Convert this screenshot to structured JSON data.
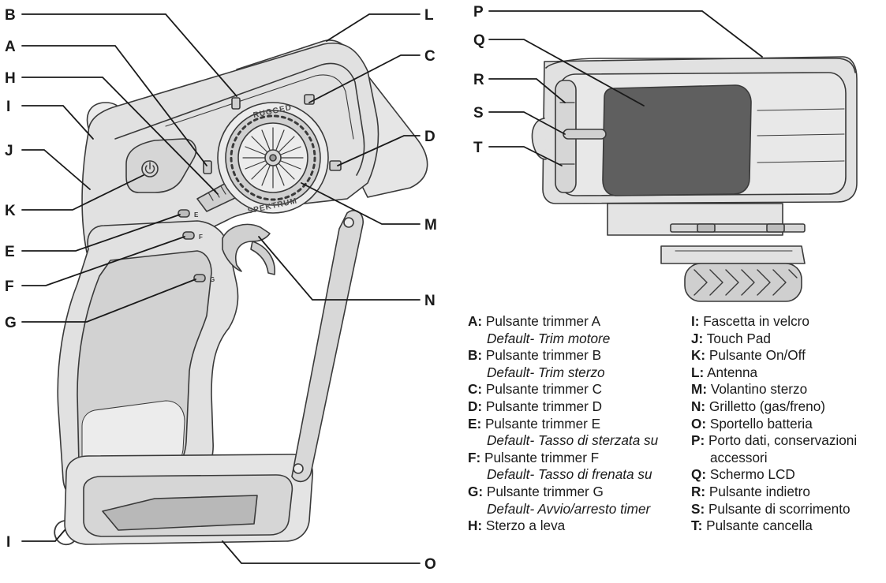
{
  "colors": {
    "body_fill": "#e1e1e1",
    "body_light": "#ececec",
    "body_dark": "#c4c4c4",
    "screen_fill": "#5f5f5f",
    "outline": "#3a3a3a",
    "leader": "#1a1a1a"
  },
  "callouts": {
    "A": "A",
    "B": "B",
    "C": "C",
    "D": "D",
    "E": "E",
    "F": "F",
    "G": "G",
    "H": "H",
    "I_top": "I",
    "I_bottom": "I",
    "J": "J",
    "K": "K",
    "L": "L",
    "M": "M",
    "N": "N",
    "O": "O",
    "P": "P",
    "Q": "Q",
    "R": "R",
    "S": "S",
    "T": "T"
  },
  "wheel_text": {
    "top": "RUGGED",
    "bottom": "SPEKTRUM"
  },
  "switch_marks": {
    "E": "E",
    "F": "F",
    "G": "G"
  },
  "legend": {
    "left": [
      {
        "key": "A:",
        "text": "Pulsante trimmer A",
        "detail": "Default- Trim motore"
      },
      {
        "key": "B:",
        "text": "Pulsante trimmer B",
        "detail": "Default- Trim sterzo"
      },
      {
        "key": "C:",
        "text": "Pulsante trimmer C"
      },
      {
        "key": "D:",
        "text": "Pulsante trimmer D"
      },
      {
        "key": "E:",
        "text": "Pulsante trimmer E",
        "detail": "Default- Tasso di sterzata su"
      },
      {
        "key": "F:",
        "text": "Pulsante trimmer F",
        "detail": "Default- Tasso di frenata su"
      },
      {
        "key": "G:",
        "text": "Pulsante trimmer G",
        "detail": "Default- Avvio/arresto timer"
      },
      {
        "key": "H:",
        "text": "Sterzo a leva"
      }
    ],
    "right": [
      {
        "key": "I:",
        "text": "Fascetta in velcro"
      },
      {
        "key": "J:",
        "text": "Touch Pad"
      },
      {
        "key": "K:",
        "text": "Pulsante On/Off"
      },
      {
        "key": "L:",
        "text": "Antenna"
      },
      {
        "key": "M:",
        "text": "Volantino sterzo"
      },
      {
        "key": "N:",
        "text": "Grilletto (gas/freno)"
      },
      {
        "key": "O:",
        "text": "Sportello batteria"
      },
      {
        "key": "P:",
        "text": "Porto dati, conservazioni",
        "cont": "accessori"
      },
      {
        "key": "Q:",
        "text": "Schermo LCD"
      },
      {
        "key": "R:",
        "text": "Pulsante indietro"
      },
      {
        "key": "S:",
        "text": "Pulsante di scorrimento"
      },
      {
        "key": "T:",
        "text": "Pulsante cancella"
      }
    ]
  }
}
